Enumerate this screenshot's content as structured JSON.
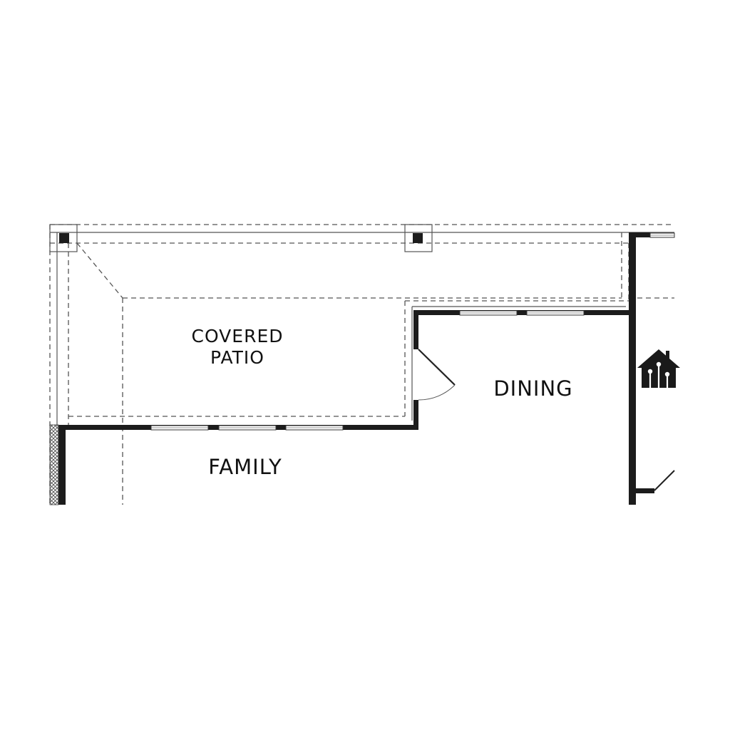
{
  "rooms": {
    "covered_patio": "COVERED\nPATIO",
    "dining": "DINING",
    "family": "FAMILY"
  },
  "icons": {
    "smart_home": "smart-home-icon"
  },
  "colors": {
    "wall": "#1c1c1c",
    "line": "#555555",
    "background": "#ffffff"
  }
}
